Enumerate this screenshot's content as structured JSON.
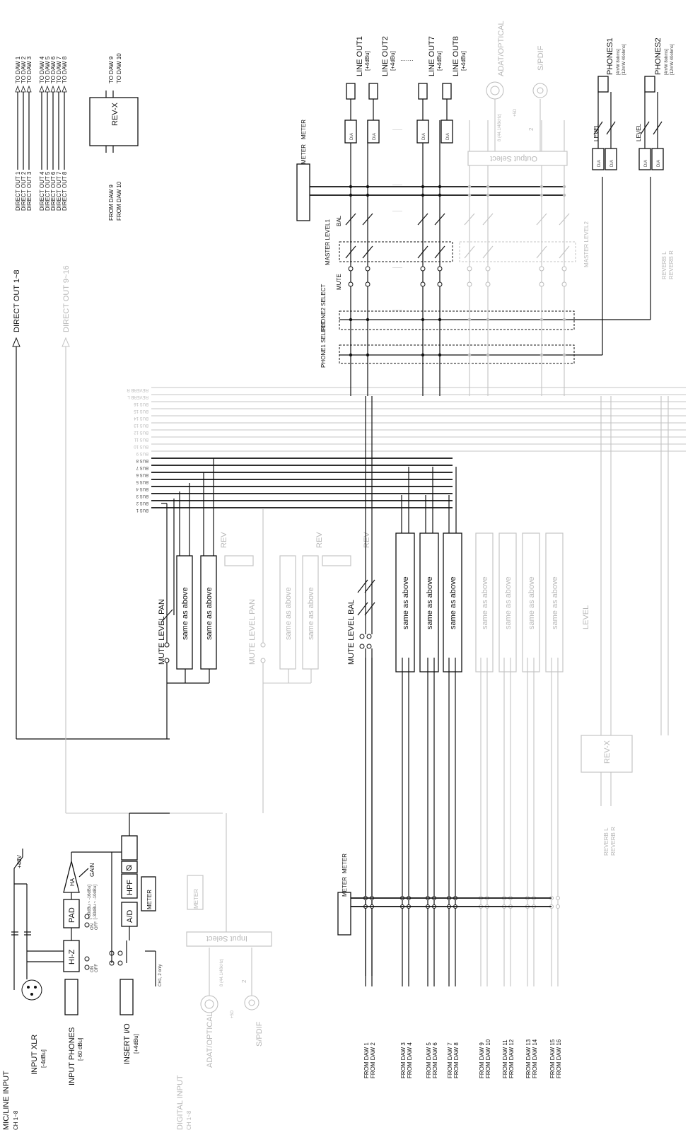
{
  "input_section": {
    "title": "MIC/LINE INPUT",
    "channels": "CH 1~8",
    "xlr": "INPUT XLR",
    "xlr_level": "[-4dBu]",
    "phones_in": "INPUT PHONES",
    "phones_level": "[-60 dBu]",
    "insert": "INSERT I/O",
    "insert_level": "[+4dBu]",
    "ch12only": "CH1, 2 only",
    "phantom": "+48V",
    "pad": "PAD",
    "hiz": "HI-Z",
    "ha": "HA",
    "gain": "GAIN",
    "ad": "A/D",
    "hpf": "HPF",
    "meter": "METER",
    "pad_range": "[-50dBu ~ -16dBu]",
    "pad_range2": "[-30dBu ~ -10dBu]",
    "on": "ON",
    "off": "OFF",
    "phase": "Ø"
  },
  "digital_input": {
    "title": "DIGITAL INPUT",
    "channels": "CH 1~8",
    "adat": "ADAT/OPTICAL",
    "spdif": "S/PDIF",
    "fs": "8 (44.1/48kHz)",
    "n2": "2",
    "select": "Input Select",
    "meter": "METER",
    "x5d": "+5D"
  },
  "direct_out": {
    "out1_8": "DIRECT OUT 1~8",
    "out9_16": "DIRECT OUT 9~16",
    "labels": [
      "DIRECT OUT 1",
      "DIRECT OUT 2",
      "DIRECT OUT 3",
      "DIRECT OUT 4",
      "DIRECT OUT 5",
      "DIRECT OUT 6",
      "DIRECT OUT 7",
      "DIRECT OUT 8"
    ],
    "to_daw": [
      "TO DAW 1",
      "TO DAW 2",
      "TO DAW 3",
      "TO DAW 4",
      "TO DAW 5",
      "TO DAW 6",
      "TO DAW 7",
      "TO DAW 8"
    ],
    "from_daw9": "FROM DAW 9",
    "from_daw10": "FROM DAW 10",
    "to_daw9": "TO DAW 9",
    "to_daw10": "TO DAW 10",
    "revx": "REV-X"
  },
  "buses": {
    "active": [
      "BUS 1",
      "BUS 2",
      "BUS 3",
      "BUS 4",
      "BUS 5",
      "BUS 6",
      "BUS 7",
      "BUS 8"
    ],
    "inactive": [
      "BUS 9",
      "BUS 10",
      "BUS 11",
      "BUS 12",
      "BUS 13",
      "BUS 14",
      "BUS 15",
      "BUS 16",
      "REVERB L",
      "REVERB R"
    ]
  },
  "channel_strip": {
    "mute_level_pan": "MUTE LEVEL PAN",
    "mute_level_bal": "MUTE LEVEL BAL",
    "rev": "REV",
    "same": "same as above",
    "level": "LEVEL",
    "revx": "REV-X",
    "reverb_lr": "REVERB L\nREVERB R",
    "reverb_l": "REVERB L",
    "reverb_r": "REVERB R"
  },
  "daw_returns": [
    "FROM DAW 1",
    "FROM DAW 2",
    "FROM DAW 3",
    "FROM DAW 4",
    "FROM DAW 5",
    "FROM DAW 6",
    "FROM DAW 7",
    "FROM DAW 8",
    "FROM DAW 9",
    "FROM DAW 10",
    "FROM DAW 11",
    "FROM DAW 12",
    "FROM DAW 13",
    "FROM DAW 14",
    "FROM DAW 15",
    "FROM DAW 16"
  ],
  "output_section": {
    "meter": "METER",
    "phone1_select": "PHONE1 SELECT",
    "phone2_select": "PHONE2 SELECT",
    "mute": "MUTE",
    "master_level1": "MASTER LEVEL1",
    "master_level2": "MASTER LEVEL2",
    "bal": "BAL",
    "da": "D/A",
    "line_out1": "LINE OUT1",
    "line_out2": "LINE OUT2",
    "line_out7": "LINE OUT7",
    "line_out8": "LINE OUT8",
    "line_level": "[+4dBu]",
    "adat": "ADAT/OPTICAL",
    "spdif": "S/PDIF",
    "output_select": "Output Select",
    "fs": "8 (44.1/48kHz)",
    "n2": "2",
    "x5d": "+5D",
    "level": "LEVEL",
    "phones1": "PHONES1",
    "phones2": "PHONES2",
    "phones_spec1": "[4mW 8ohms]",
    "phones_spec2": "[12mW 40ohms]",
    "ellipsis": "·······"
  }
}
